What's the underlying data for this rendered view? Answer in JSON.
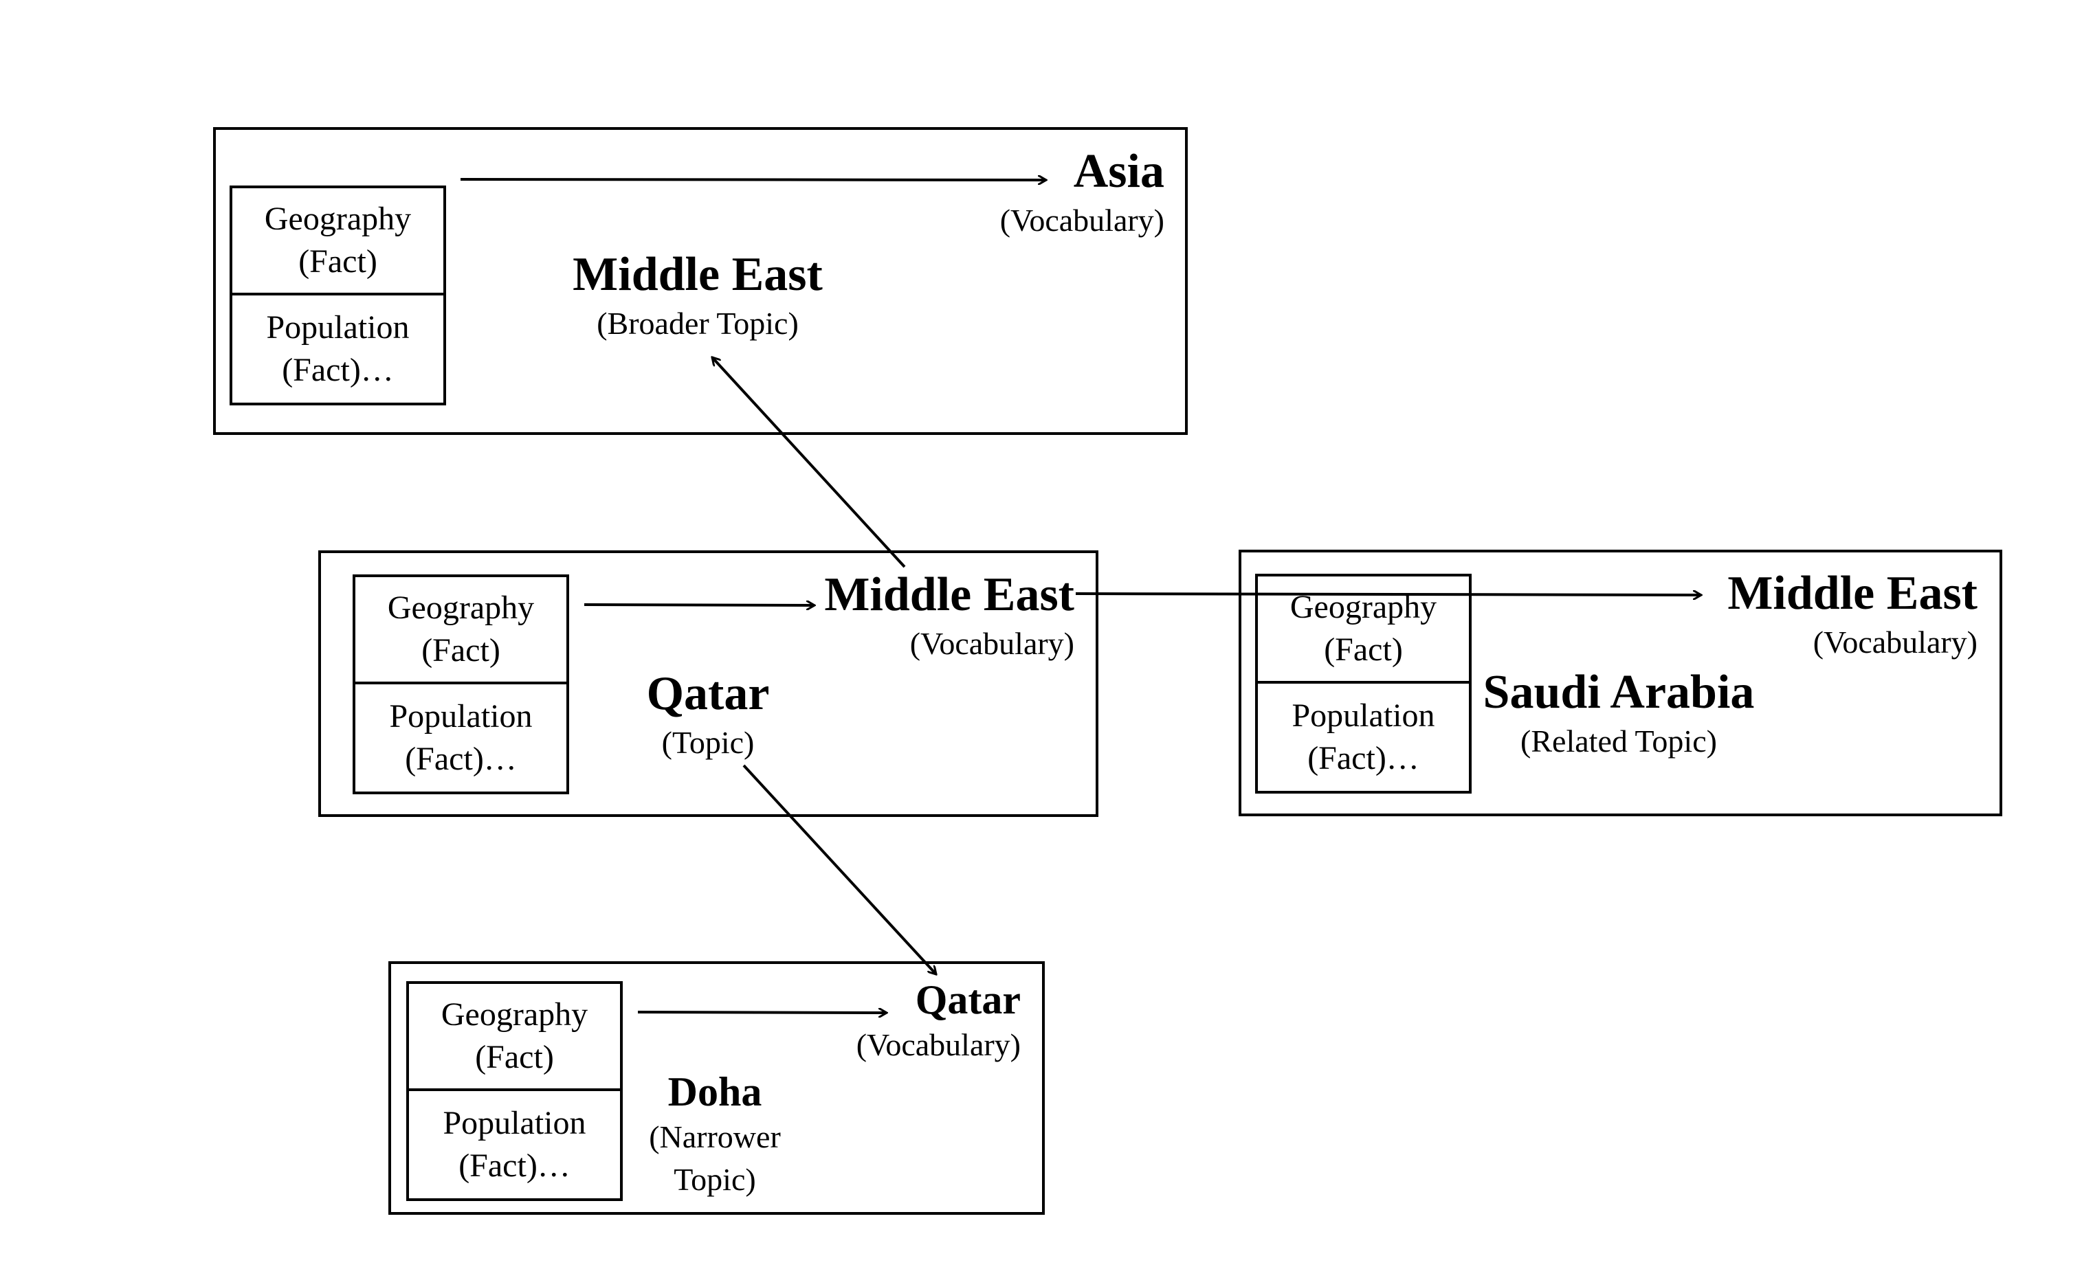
{
  "fact_cards": {
    "geography": "Geography",
    "population": "Population",
    "fact_tag": "(Fact)",
    "fact_tag_more": "(Fact)…"
  },
  "box_broader": {
    "vocab_name": "Asia",
    "vocab_tag": "(Vocabulary)",
    "topic_name": "Middle East",
    "topic_tag": "(Broader Topic)"
  },
  "box_topic": {
    "vocab_name": "Middle East",
    "vocab_tag": "(Vocabulary)",
    "topic_name": "Qatar",
    "topic_tag": "(Topic)"
  },
  "box_related": {
    "vocab_name": "Middle East",
    "vocab_tag": "(Vocabulary)",
    "topic_name": "Saudi Arabia",
    "topic_tag": "(Related Topic)"
  },
  "box_narrower": {
    "vocab_name": "Qatar",
    "vocab_tag": "(Vocabulary)",
    "topic_name": "Doha",
    "topic_tag_line1": "(Narrower",
    "topic_tag_line2": "Topic)"
  }
}
